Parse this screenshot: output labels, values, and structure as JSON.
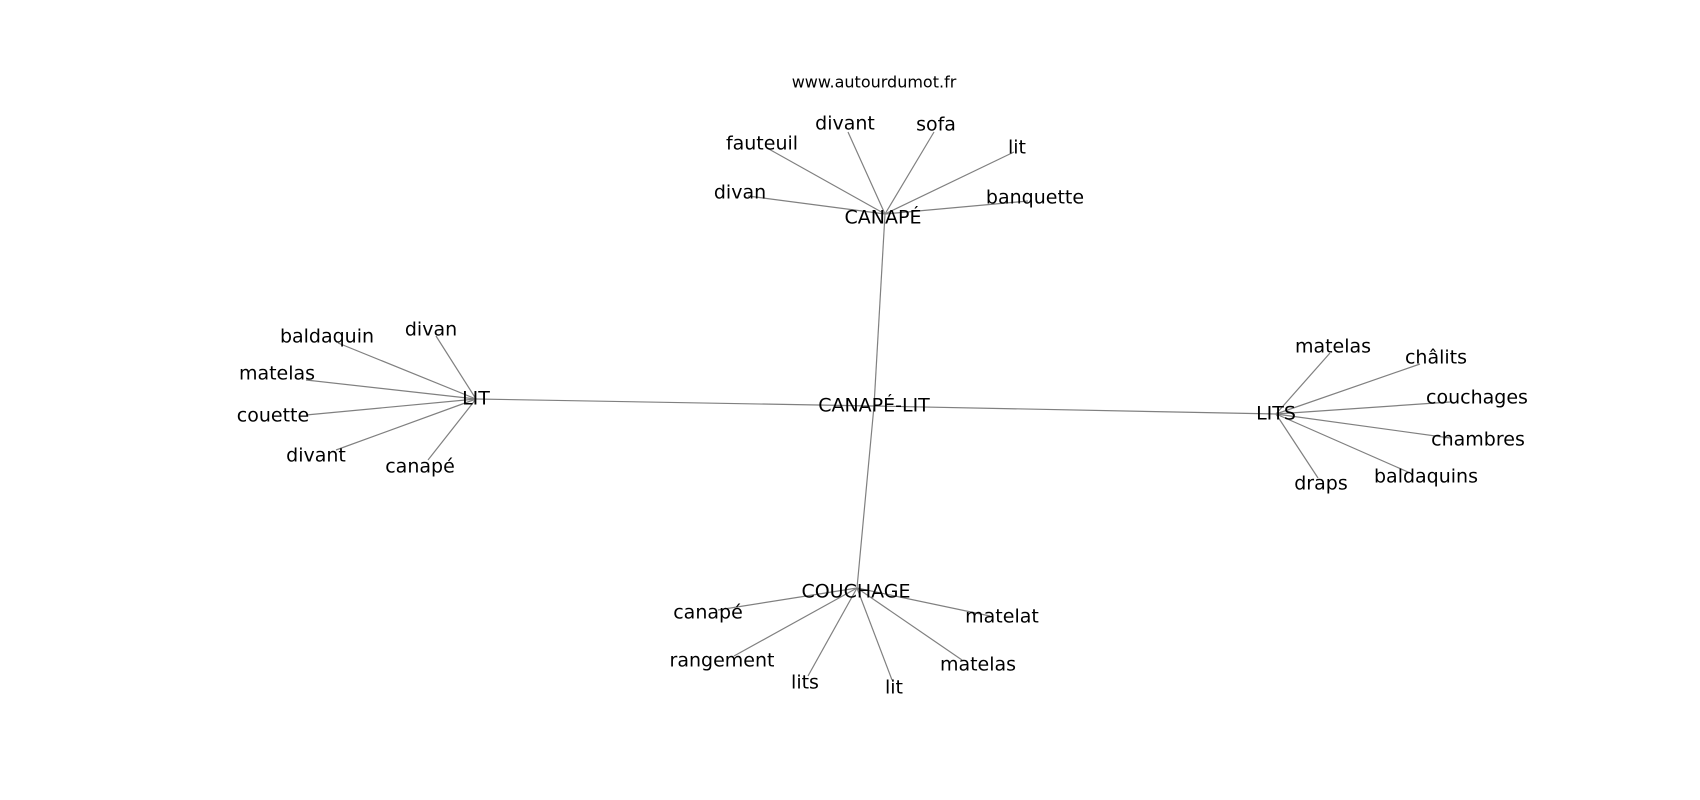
{
  "site_label": "www.autourdumot.fr",
  "center": {
    "id": "center",
    "label": "CANAPÉ-LIT"
  },
  "hubs": [
    {
      "id": "canape",
      "label": "CANAPÉ",
      "leaves": [
        "divant",
        "sofa",
        "fauteuil",
        "lit",
        "divan",
        "banquette"
      ]
    },
    {
      "id": "lit",
      "label": "LIT",
      "leaves": [
        "divan",
        "baldaquin",
        "matelas",
        "couette",
        "divant",
        "canapé"
      ]
    },
    {
      "id": "lits",
      "label": "LITS",
      "leaves": [
        "matelas",
        "châlits",
        "couchages",
        "chambres",
        "baldaquins",
        "draps"
      ]
    },
    {
      "id": "couchage",
      "label": "COUCHAGE",
      "leaves": [
        "canapé",
        "matelat",
        "rangement",
        "matelas",
        "lits",
        "lit"
      ]
    }
  ],
  "colors": {
    "edge": "#808080",
    "text": "#000000",
    "background": "#ffffff"
  }
}
